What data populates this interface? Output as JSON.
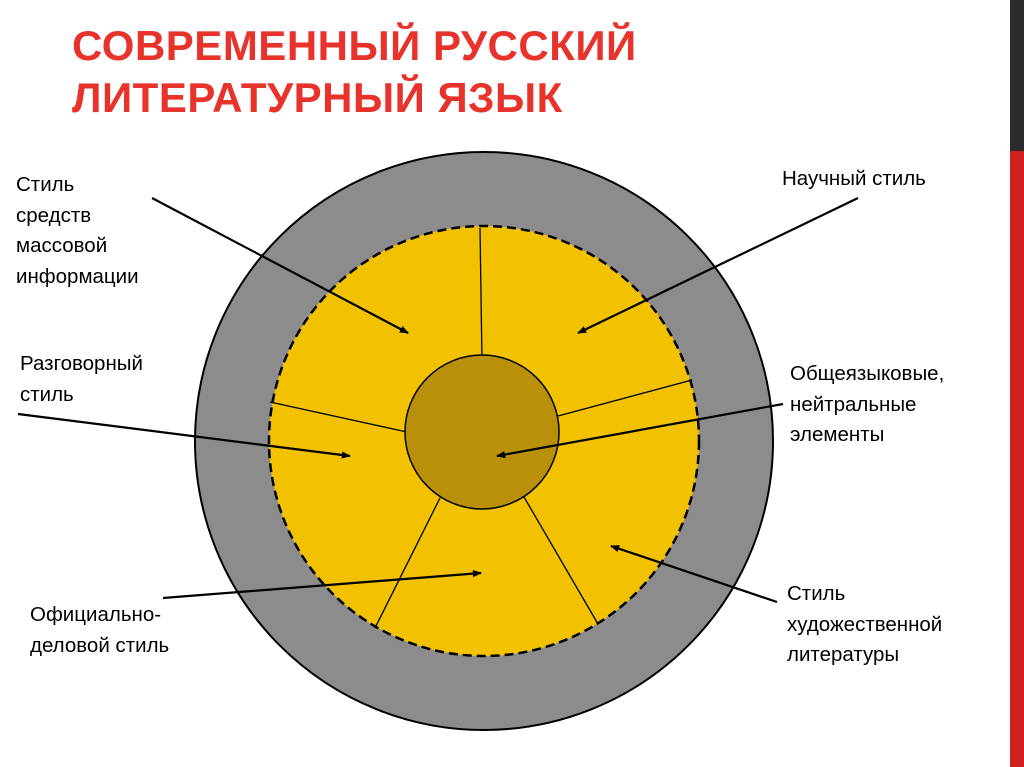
{
  "colors": {
    "title": "#e8322c",
    "accent_dark": "#2b2b2b",
    "accent_red": "#d21f1f",
    "outer_ring": "#8c8c8c",
    "inner_disk": "#f2c200",
    "core": "#b8900a",
    "lines": "#000000"
  },
  "title": {
    "line1": "СОВРЕМЕННЫЙ РУССКИЙ",
    "line2": "ЛИТЕРАТУРНЫЙ ЯЗЫК"
  },
  "labels": {
    "mass_media": [
      "Стиль",
      "средств",
      "массовой",
      "информации"
    ],
    "scientific": [
      "Научный стиль"
    ],
    "colloquial": [
      "Разговорный",
      "стиль"
    ],
    "common": [
      "Общеязыковые,",
      "нейтральные",
      "элементы"
    ],
    "official": [
      "Официально-",
      "деловой стиль"
    ],
    "fiction": [
      "Стиль",
      "художественной",
      "литературы"
    ]
  }
}
